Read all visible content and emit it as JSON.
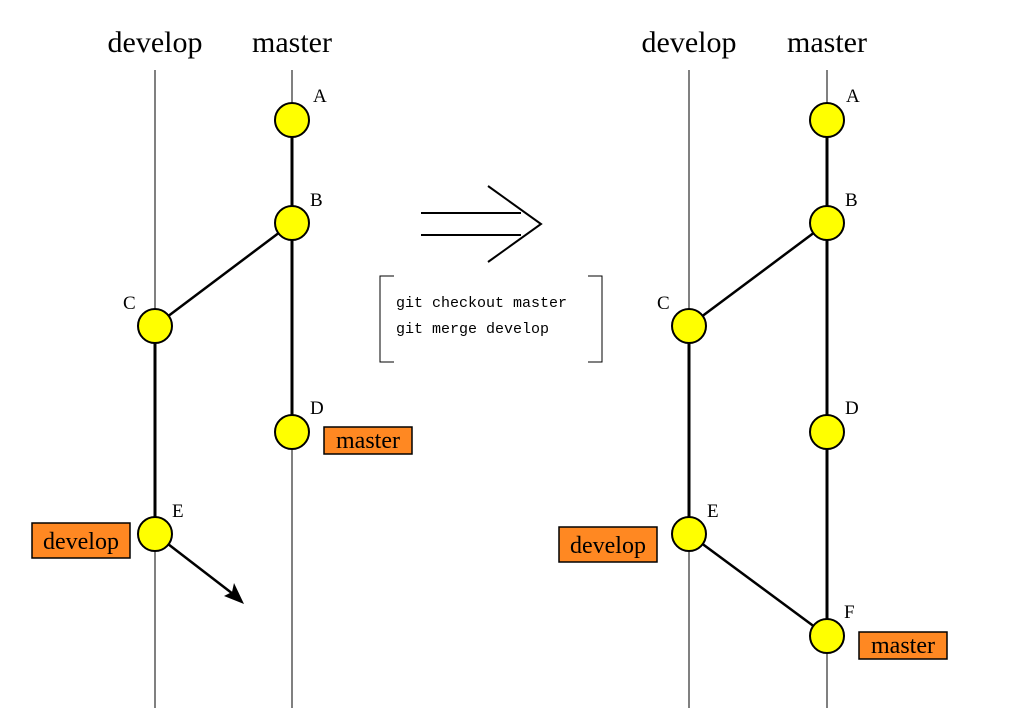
{
  "branch_labels": [
    "develop",
    "master"
  ],
  "commits": [
    "A",
    "B",
    "C",
    "D",
    "E",
    "F"
  ],
  "commands": [
    "git checkout master",
    "git merge develop"
  ],
  "colors": {
    "commit_fill": "#ffff00",
    "ref_fill": "#ff8822",
    "stroke": "#000000"
  },
  "before": {
    "headers": {
      "develop": "develop",
      "master": "master"
    },
    "commits": {
      "A": "A",
      "B": "B",
      "C": "C",
      "D": "D",
      "E": "E"
    },
    "refs": {
      "master": "master",
      "develop": "develop"
    },
    "edges": [
      [
        "A",
        "B"
      ],
      [
        "B",
        "C"
      ],
      [
        "B",
        "D"
      ],
      [
        "C",
        "E"
      ]
    ]
  },
  "after": {
    "headers": {
      "develop": "develop",
      "master": "master"
    },
    "commits": {
      "A": "A",
      "B": "B",
      "C": "C",
      "D": "D",
      "E": "E",
      "F": "F"
    },
    "refs": {
      "develop": "develop",
      "master": "master"
    },
    "edges": [
      [
        "A",
        "B"
      ],
      [
        "B",
        "C"
      ],
      [
        "B",
        "D"
      ],
      [
        "C",
        "E"
      ],
      [
        "D",
        "F"
      ],
      [
        "E",
        "F"
      ]
    ]
  },
  "transition_arrow": "implies-arrow-icon"
}
